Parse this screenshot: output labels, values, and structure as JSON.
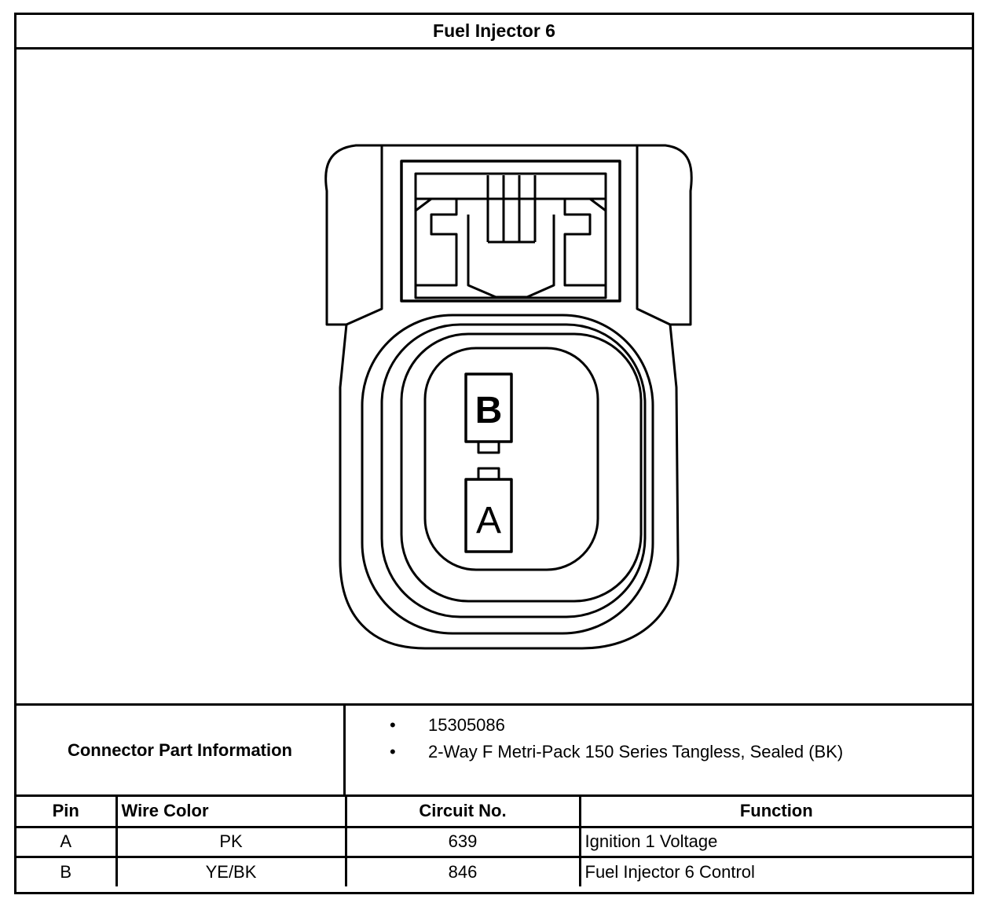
{
  "title": "Fuel Injector 6",
  "connector": {
    "pin_b_label": "B",
    "pin_a_label": "A"
  },
  "part_info": {
    "label": "Connector Part Information",
    "items": [
      "15305086",
      "2-Way F Metri-Pack 150 Series Tangless, Sealed (BK)"
    ]
  },
  "pin_table": {
    "headers": {
      "pin": "Pin",
      "wire_color": "Wire Color",
      "circuit": "Circuit No.",
      "function": "Function"
    },
    "rows": [
      {
        "pin": "A",
        "wire_color": "PK",
        "circuit": "639",
        "function": "Ignition 1 Voltage"
      },
      {
        "pin": "B",
        "wire_color": "YE/BK",
        "circuit": "846",
        "function": "Fuel Injector 6 Control"
      }
    ]
  }
}
